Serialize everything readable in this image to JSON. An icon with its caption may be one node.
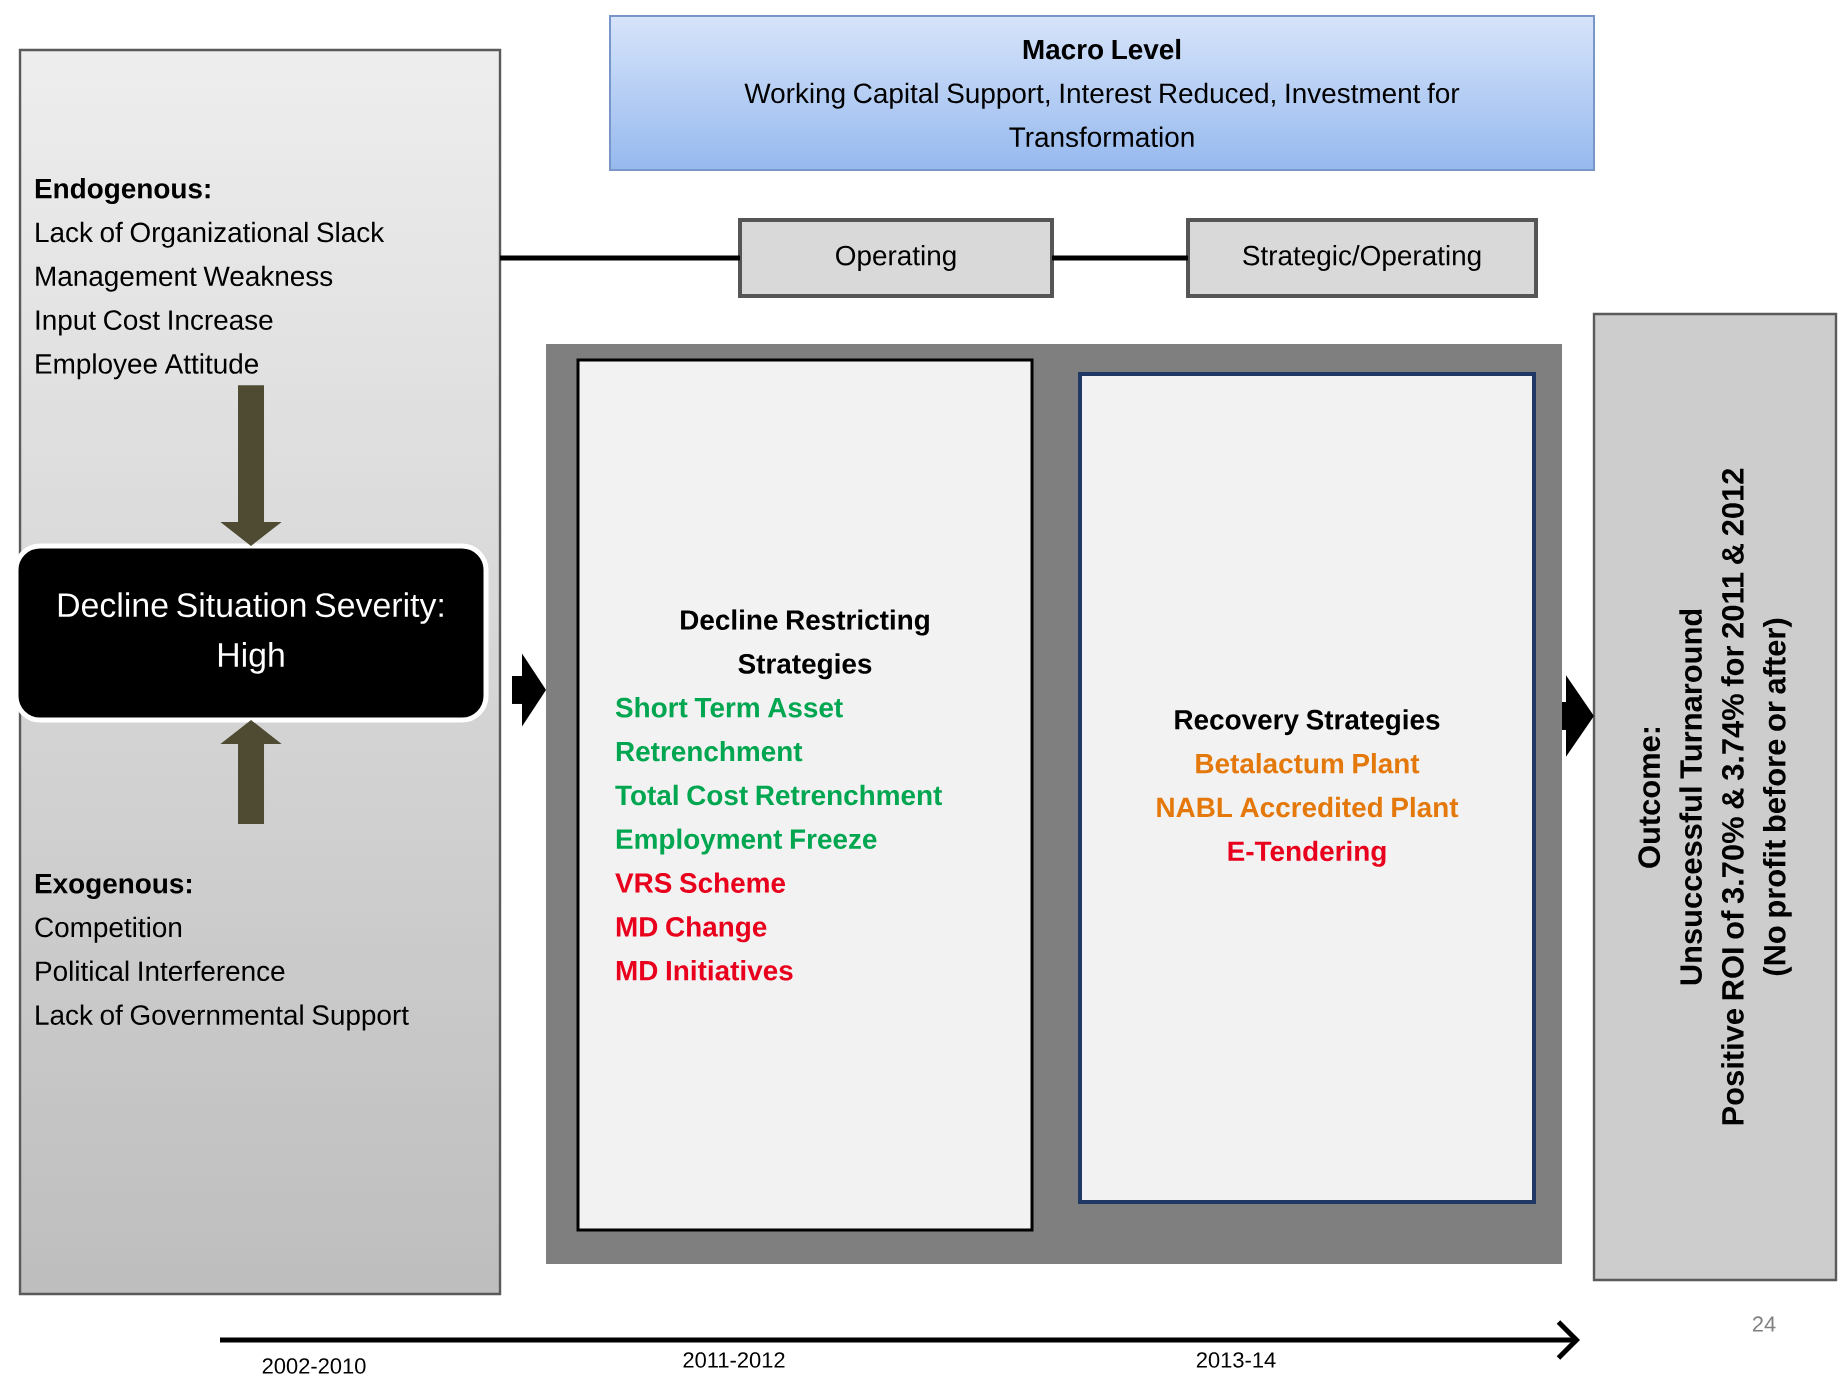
{
  "diagram": {
    "nodes": [
      {
        "text": [],
        "shape": "box"
      },
      {
        "text": [
          "Endogenous:",
          "Lack of Organizational Slack",
          "Management Weakness",
          "Input Cost Increase",
          "Employee Attitude"
        ],
        "in": 0
      },
      {
        "text": [
          "Decline Situation Severity: High"
        ],
        "in": 0
      },
      {
        "text": [
          "Exogenous:",
          "Competition",
          "Political Interference",
          "Lack of Governmental Support"
        ],
        "in": 0
      },
      {
        "text": [
          "Macro Level",
          "Working Capital Support, Interest Reduced, Investment for Transformation"
        ]
      },
      {
        "text": [
          "Operating"
        ]
      },
      {
        "text": [
          "Strategic/Operating"
        ]
      },
      {
        "text": [],
        "shape": "box"
      },
      {
        "text": [
          "Decline Restricting Strategies",
          "Short Term Asset Retrenchment",
          "Total Cost Retrenchment",
          "Employment Freeze",
          "VRS Scheme",
          "MD Change",
          "MD Initiatives"
        ],
        "in": 7
      },
      {
        "text": [
          "Recovery Strategies",
          "Betalactum Plant",
          "NABL Accredited Plant",
          "E-Tendering"
        ],
        "in": 7
      },
      {
        "text": [
          "Outcome:",
          "Unsuccessful Turnaround",
          "Positive ROI of 3.70% & 3.74% for 2011 & 2012",
          "(No profit before or after)"
        ]
      }
    ],
    "edges": [
      {
        "from": 0,
        "to": 5,
        "arrow": "none"
      },
      {
        "from": 5,
        "to": 6,
        "arrow": "none"
      },
      {
        "from": 1,
        "to": 2,
        "arrow": "to",
        "color": "#4f4a32"
      },
      {
        "from": 3,
        "to": 2,
        "arrow": "to",
        "color": "#4f4a32"
      },
      {
        "from": 0,
        "to": 7,
        "arrow": "to"
      },
      {
        "from": 7,
        "to": 10,
        "arrow": "to"
      }
    ],
    "labels": [
      "2002-2010",
      "2011-2012",
      "2013-14",
      "24"
    ]
  }
}
